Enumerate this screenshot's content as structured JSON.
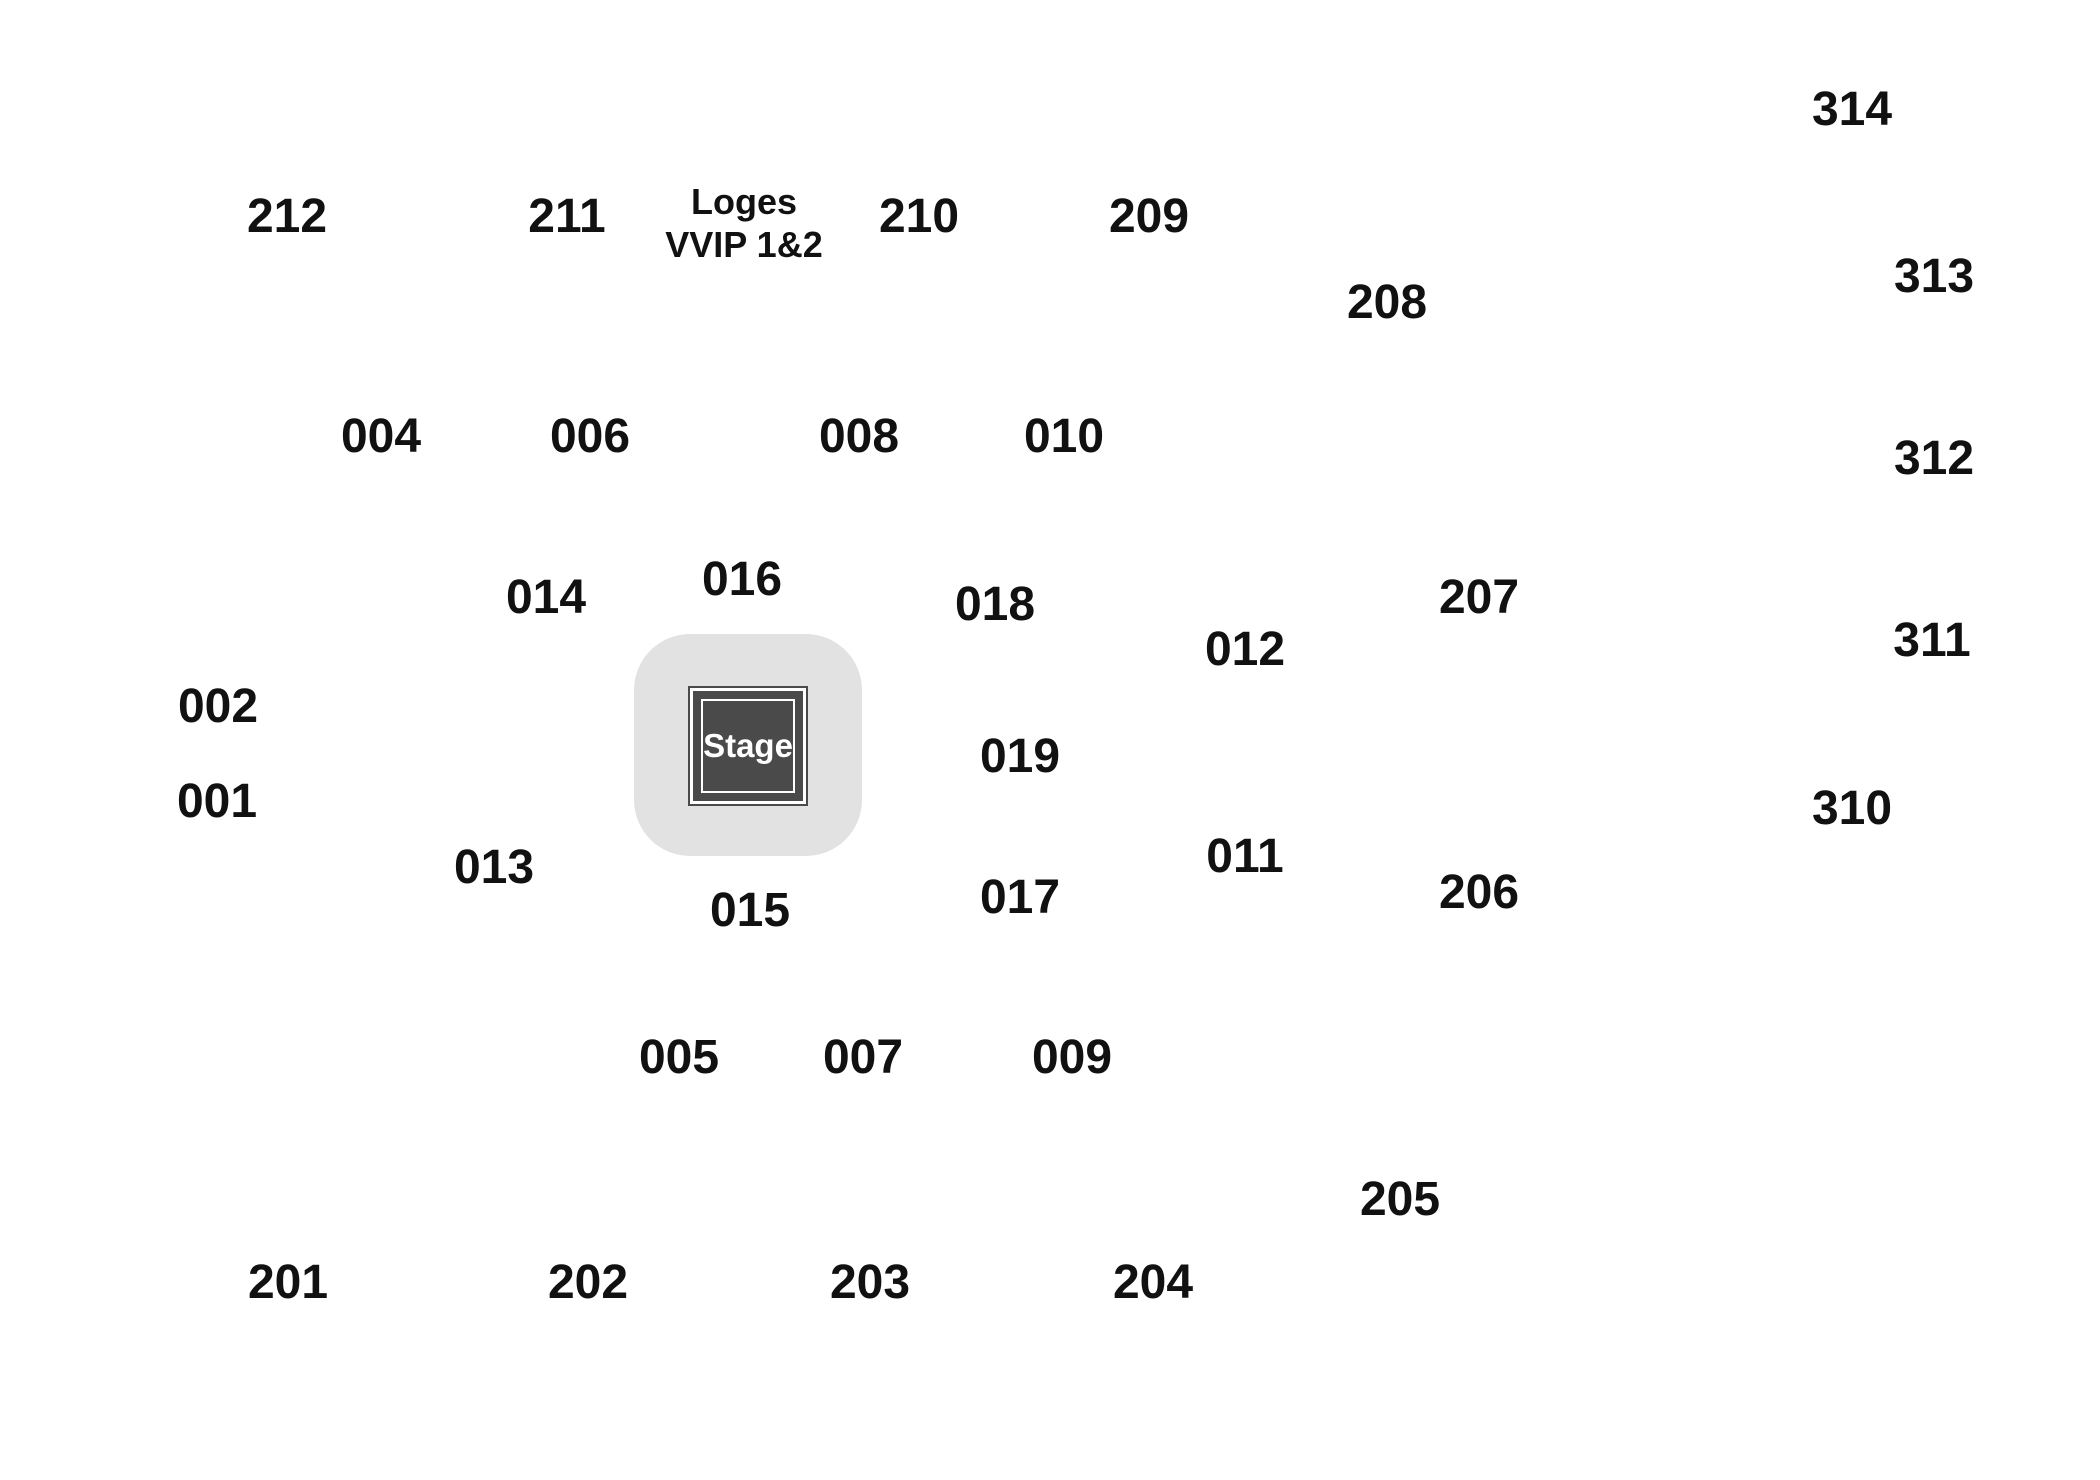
{
  "stage": {
    "label": "Stage",
    "fill_color": "#4a4a4a",
    "area_color": "#e2e2e2"
  },
  "loges": {
    "line1": "Loges",
    "line2": "VVIP 1&2"
  },
  "sections": {
    "s314": "314",
    "s313": "313",
    "s312": "312",
    "s311": "311",
    "s310": "310",
    "s212": "212",
    "s211": "211",
    "s210": "210",
    "s209": "209",
    "s208": "208",
    "s207": "207",
    "s206": "206",
    "s205": "205",
    "s204": "204",
    "s203": "203",
    "s202": "202",
    "s201": "201",
    "s001": "001",
    "s002": "002",
    "s004": "004",
    "s005": "005",
    "s006": "006",
    "s007": "007",
    "s008": "008",
    "s009": "009",
    "s010": "010",
    "s011": "011",
    "s012": "012",
    "s013": "013",
    "s014": "014",
    "s015": "015",
    "s016": "016",
    "s017": "017",
    "s018": "018",
    "s019": "019"
  }
}
